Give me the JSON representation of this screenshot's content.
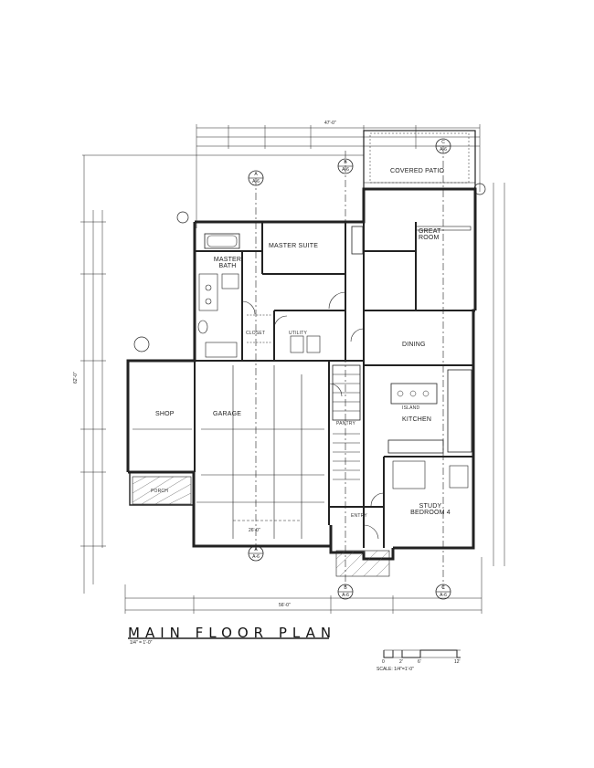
{
  "title": "MAIN FLOOR PLAN",
  "scale_note": "1/4\" = 1'-0\"",
  "scale_bar": {
    "labels": [
      "0",
      "2'",
      "6'",
      "12'"
    ],
    "caption": "SCALE: 1/4\"=1'-0\""
  },
  "rooms": {
    "covered_patio": "COVERED PATIO",
    "great_room": "GREAT ROOM",
    "master_suite": "MASTER SUITE",
    "master_bath": "MASTER BATH",
    "closet": "CLOSET",
    "utility": "UTILITY",
    "dining": "DINING",
    "kitchen": "KITCHEN",
    "island": "ISLAND",
    "pantry": "PANTRY",
    "shop": "SHOP",
    "garage": "GARAGE",
    "porch": "PORCH",
    "entry": "ENTRY",
    "study_bedroom": "STUDY BEDROOM 4"
  },
  "section_tags": {
    "a_a6": {
      "letter": "A",
      "sheet": "A-6"
    },
    "b_a6": {
      "letter": "B",
      "sheet": "A-6"
    },
    "c_a6": {
      "letter": "C",
      "sheet": "A-6"
    }
  },
  "dimensions": {
    "overall_top": "47'-0\"",
    "overall_bottom": "56'-0\"",
    "left_overall": "62'-0\"",
    "garage_width": "26'-0\""
  }
}
